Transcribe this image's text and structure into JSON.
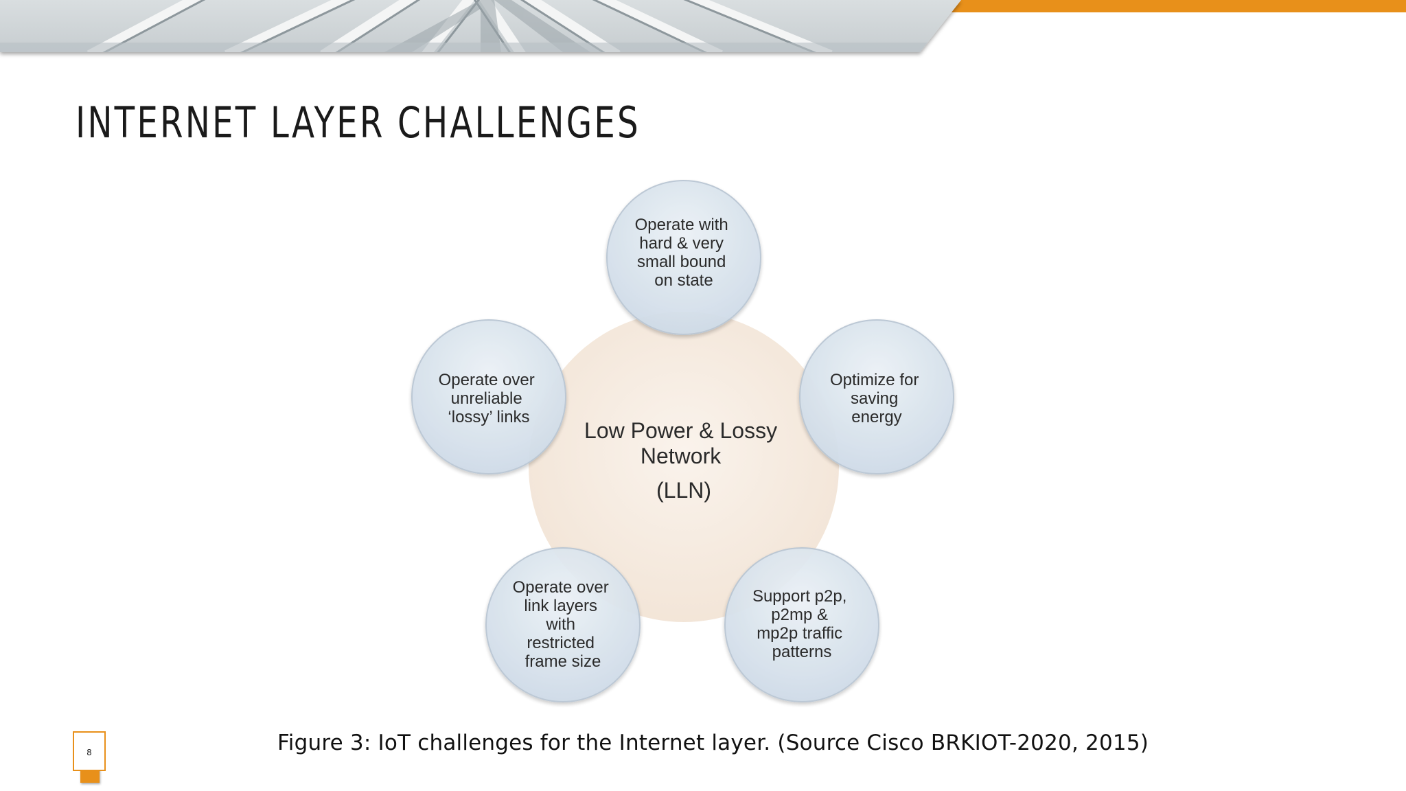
{
  "slide": {
    "title": "INTERNET LAYER CHALLENGES",
    "caption": "Figure 3: IoT challenges for the Internet layer. (Source Cisco BRKIOT-2020, 2015)",
    "page_number": "8"
  },
  "colors": {
    "accent": "#e8901a",
    "center_fill": "#f6ece2",
    "satellite_fill": "#dce6f0",
    "satellite_stroke": "#b9c6d3"
  },
  "diagram": {
    "center": {
      "lines": [
        "Low Power & Lossy",
        "Network",
        "(LLN)"
      ]
    },
    "satellites": [
      {
        "id": "top",
        "lines": [
          "Operate with",
          "hard & very",
          "small bound",
          "on state"
        ]
      },
      {
        "id": "right",
        "lines": [
          "Optimize for",
          "saving",
          "energy"
        ]
      },
      {
        "id": "bottom-right",
        "lines": [
          "Support p2p,",
          "p2mp &",
          "mp2p traffic",
          "patterns"
        ]
      },
      {
        "id": "bottom-left",
        "lines": [
          "Operate over",
          "link layers",
          "with",
          "restricted",
          "frame size"
        ]
      },
      {
        "id": "left",
        "lines": [
          "Operate over",
          "unreliable",
          "‘lossy’ links"
        ]
      }
    ]
  }
}
